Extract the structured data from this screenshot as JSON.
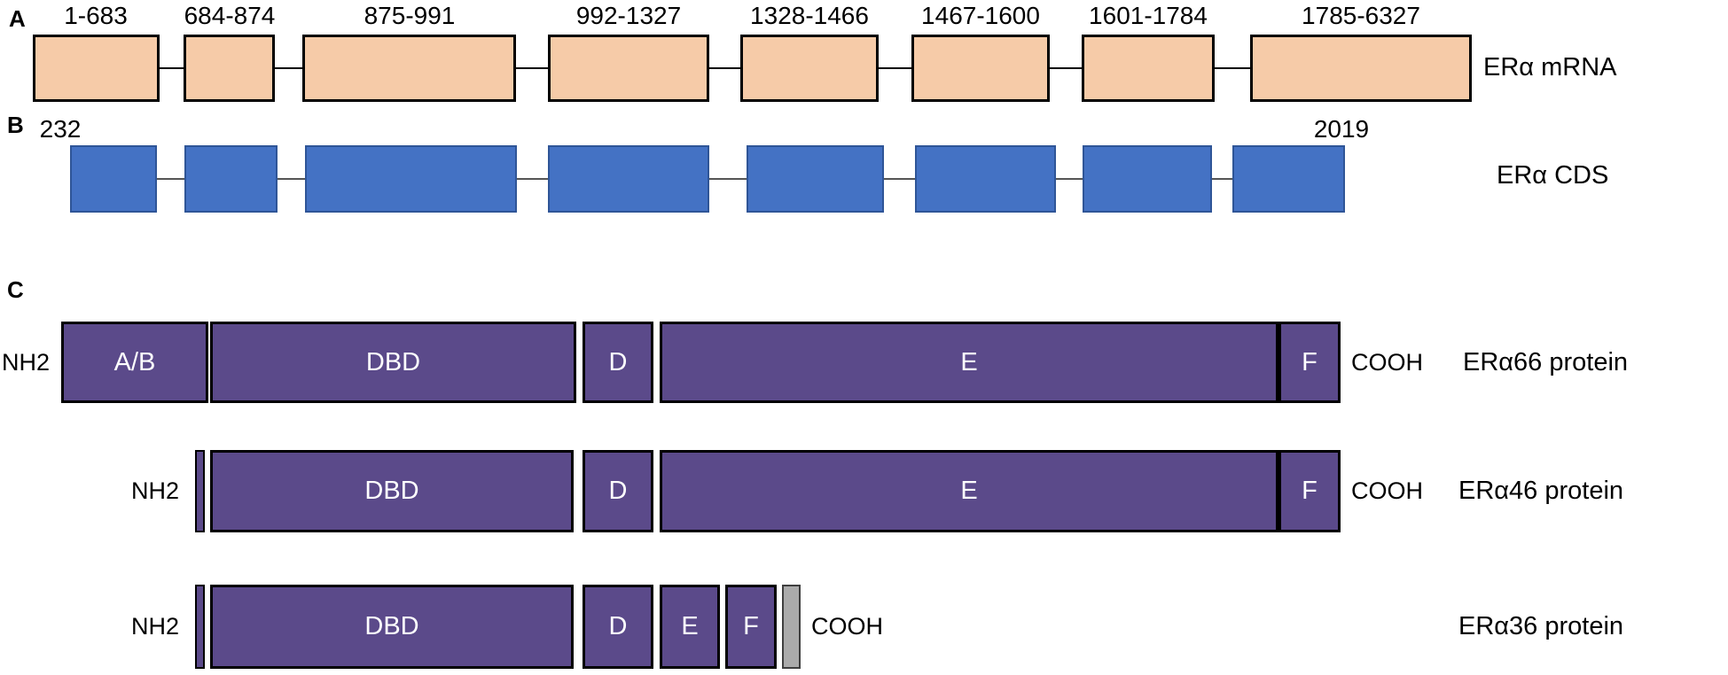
{
  "colors": {
    "mrna_fill": "#F6CBA8",
    "cds_fill": "#4472C4",
    "cds_border": "#2F5597",
    "protein_fill": "#5B4A8A",
    "gray_fill": "#ABABAB"
  },
  "panel_a": {
    "section_label": "A",
    "track_label": "ERα mRNA",
    "exons": [
      "1-683",
      "684-874",
      "875-991",
      "992-1327",
      "1328-1466",
      "1467-1600",
      "1601-1784",
      "1785-6327"
    ]
  },
  "panel_b": {
    "section_label": "B",
    "track_label": "ERα CDS",
    "start_coord": "232",
    "end_coord": "2019"
  },
  "panel_c": {
    "section_label": "C",
    "proteins": [
      {
        "name": "ERα66 protein",
        "n_label": "NH2",
        "c_label": "COOH",
        "domains": [
          "A/B",
          "DBD",
          "D",
          "E",
          "F"
        ]
      },
      {
        "name": "ERα46 protein",
        "n_label": "NH2",
        "c_label": "COOH",
        "domains": [
          "DBD",
          "D",
          "E",
          "F"
        ]
      },
      {
        "name": "ERα36 protein",
        "n_label": "NH2",
        "c_label": "COOH",
        "domains": [
          "DBD",
          "D",
          "E",
          "F"
        ]
      }
    ]
  }
}
